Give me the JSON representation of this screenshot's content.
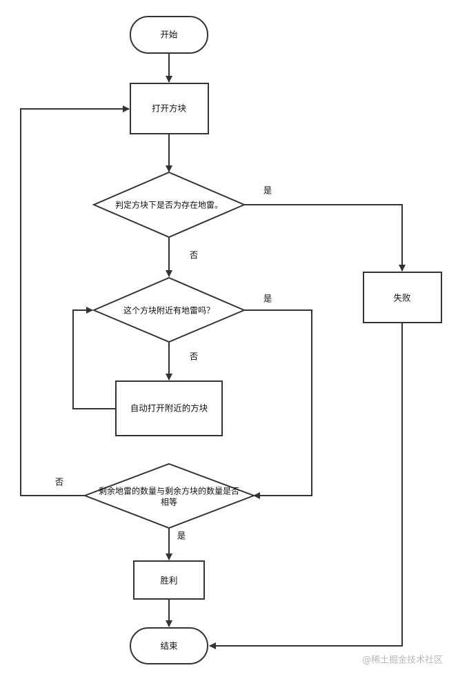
{
  "nodes": {
    "start": "开始",
    "open": "打开方块",
    "check_mine": "判定方块下是否为存在地雷。",
    "fail": "失败",
    "near_mine": "这个方块附近有地雷吗？",
    "auto_open": "自动打开附近的方块",
    "compare_line1": "剩余地雷的数量与剩余方块的数量是否",
    "compare_line2": "相等",
    "win": "胜利",
    "end": "结束"
  },
  "edges": {
    "check_yes": "是",
    "check_no": "否",
    "near_yes": "是",
    "near_no": "否",
    "compare_no": "否",
    "compare_yes": "是"
  },
  "watermark": "@稀土掘金技术社区"
}
